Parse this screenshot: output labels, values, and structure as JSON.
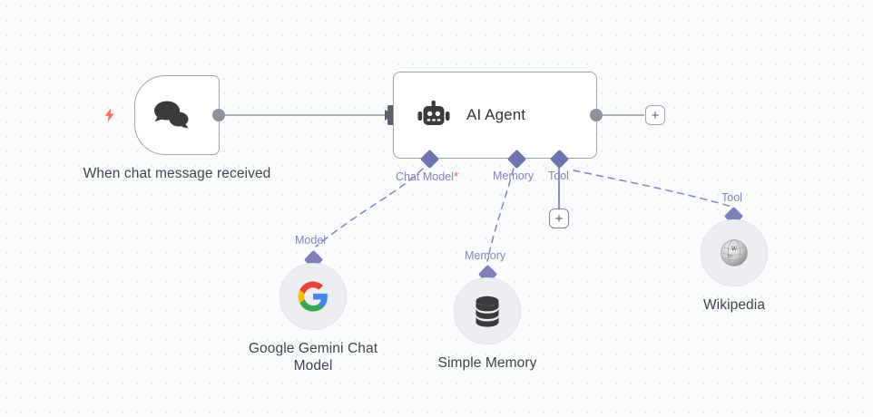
{
  "canvas": {
    "background_color": "#fafbfc",
    "grid_dot_color": "#e8eaee",
    "accent_purple": "#7c82b8",
    "accent_orange": "#ff6d5a",
    "required_marker_color": "#ff4d4f"
  },
  "nodes": {
    "trigger": {
      "title": "When chat message received",
      "icon": "chat-bubbles-icon",
      "badge_icon": "lightning-bolt-icon"
    },
    "agent": {
      "label": "AI Agent",
      "icon": "robot-icon",
      "ports": [
        {
          "label": "Chat Model",
          "required": "*"
        },
        {
          "label": "Memory",
          "required": ""
        },
        {
          "label": "Tool",
          "required": ""
        }
      ]
    },
    "sub_nodes": [
      {
        "title": "Google Gemini Chat Model",
        "port_label": "Model",
        "icon": "google-logo-icon"
      },
      {
        "title": "Simple Memory",
        "port_label": "Memory",
        "icon": "database-icon"
      },
      {
        "title": "Wikipedia",
        "port_label": "Tool",
        "icon": "wikipedia-globe-icon"
      }
    ]
  },
  "buttons": {
    "add_main": "+",
    "add_tool": "+"
  }
}
